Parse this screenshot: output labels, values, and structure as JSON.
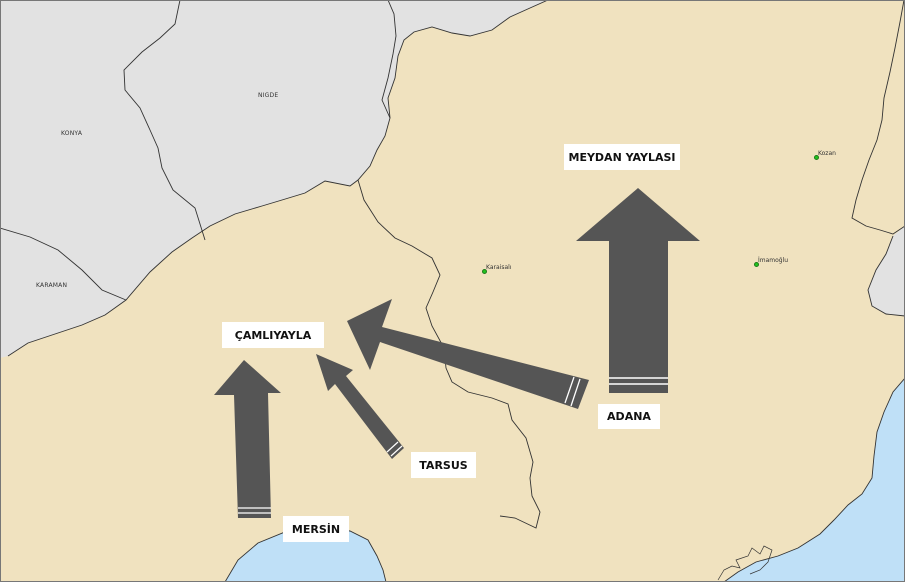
{
  "map": {
    "colors": {
      "region_fill": "#f0e2bf",
      "neighbor_fill": "#e2e2e2",
      "sea_fill": "#bfe0f7",
      "border": "#333333",
      "arrow": "#555555",
      "town_dot": "#22c31e"
    },
    "provinces": {
      "konya": "KONYA",
      "nigde": "NIGDE",
      "karaman": "KARAMAN"
    },
    "towns": {
      "karaisali": "Karaisalı",
      "kozan": "Kozan",
      "imamoglu": "İmamoğlu"
    },
    "places": {
      "meydan_yaylasi": "MEYDAN YAYLASI",
      "camliyayla": "ÇAMLIYAYLA",
      "adana": "ADANA",
      "tarsus": "TARSUS",
      "mersin": "MERSİN"
    },
    "arrows": [
      {
        "from": "ADANA",
        "to": "MEYDAN YAYLASI"
      },
      {
        "from": "ADANA",
        "to": "ÇAMLIYAYLA"
      },
      {
        "from": "TARSUS",
        "to": "ÇAMLIYAYLA"
      },
      {
        "from": "MERSİN",
        "to": "ÇAMLIYAYLA"
      }
    ]
  }
}
